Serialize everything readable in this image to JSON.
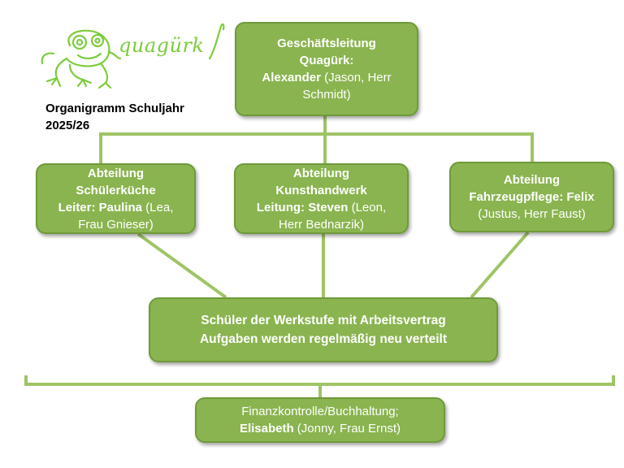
{
  "logo": {
    "text": "quagürk",
    "icon": "frog-icon",
    "color": "#7ccc3a"
  },
  "title": {
    "line1": "Organigramm Schuljahr",
    "line2": "2025/26"
  },
  "colors": {
    "box_fill": "#8ab44f",
    "box_border": "#6f9a3a",
    "connector": "#9fc466",
    "text": "#ffffff"
  },
  "nodes": {
    "geschaeftsleitung": {
      "line1": "Geschäftsleitung",
      "line2": "Quagürk:",
      "line3_bold": "Alexander",
      "line3_rest": " (Jason, Herr",
      "line4": "Schmidt)"
    },
    "schuelerkueche": {
      "line1": "Abteilung",
      "line2": "Schülerküche",
      "line3_bold": "Leiter: Paulina",
      "line3_rest": " (Lea,",
      "line4": "Frau Gnieser)"
    },
    "kunsthandwerk": {
      "line1": "Abteilung",
      "line2": "Kunsthandwerk",
      "line3_bold": "Leitung: Steven",
      "line3_rest": " (Leon,",
      "line4": "Herr Bednarzik)"
    },
    "fahrzeugpflege": {
      "line1": "Abteilung",
      "line2": "Fahrzeugpflege: Felix",
      "line3": "(Justus, Herr Faust)"
    },
    "werkstufe": {
      "line1": "Schüler der Werkstufe mit Arbeitsvertrag",
      "line2": "Aufgaben werden regelmäßig neu verteilt"
    },
    "finanzkontrolle": {
      "line1": "Finanzkontrolle/Buchhaltung;",
      "line2_bold": "Elisabeth",
      "line2_rest": " (Jonny, Frau Ernst)"
    }
  }
}
